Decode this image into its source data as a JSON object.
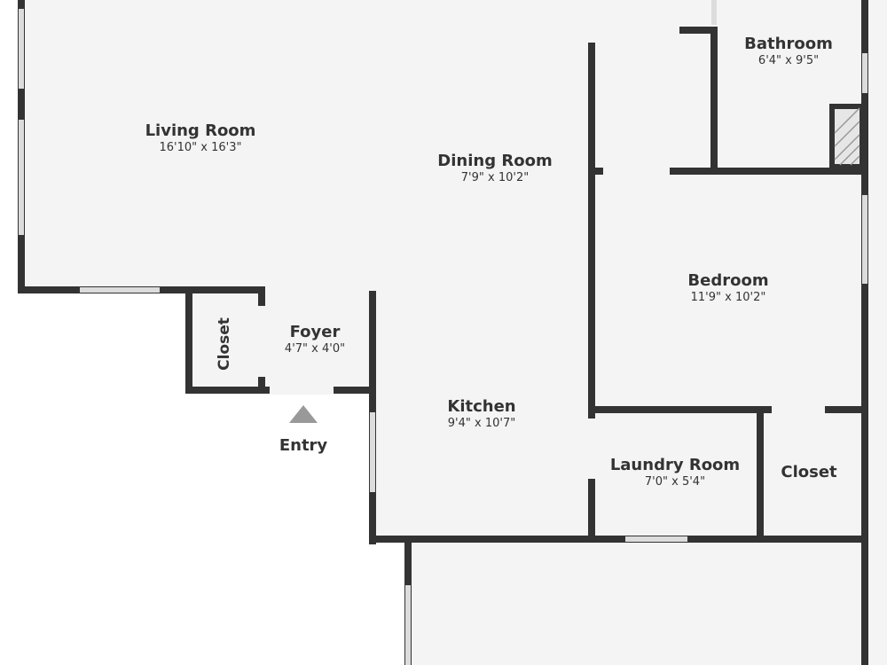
{
  "colors": {
    "wall": "#333333",
    "floor": "#f4f4f4",
    "window": "#dcdcdc",
    "text": "#333333",
    "entry_marker": "#999999"
  },
  "rooms": {
    "living": {
      "name": "Living Room",
      "dims": "16'10\" x 16'3\""
    },
    "dining": {
      "name": "Dining Room",
      "dims": "7'9\" x 10'2\""
    },
    "bathroom": {
      "name": "Bathroom",
      "dims": "6'4\" x 9'5\""
    },
    "bedroom": {
      "name": "Bedroom",
      "dims": "11'9\" x 10'2\""
    },
    "foyer": {
      "name": "Foyer",
      "dims": "4'7\" x 4'0\""
    },
    "closet_left": {
      "name": "Closet"
    },
    "kitchen": {
      "name": "Kitchen",
      "dims": "9'4\" x 10'7\""
    },
    "laundry": {
      "name": "Laundry Room",
      "dims": "7'0\" x 5'4\""
    },
    "closet_right": {
      "name": "Closet"
    }
  },
  "entry": {
    "label": "Entry",
    "icon": "triangle-up-icon"
  }
}
